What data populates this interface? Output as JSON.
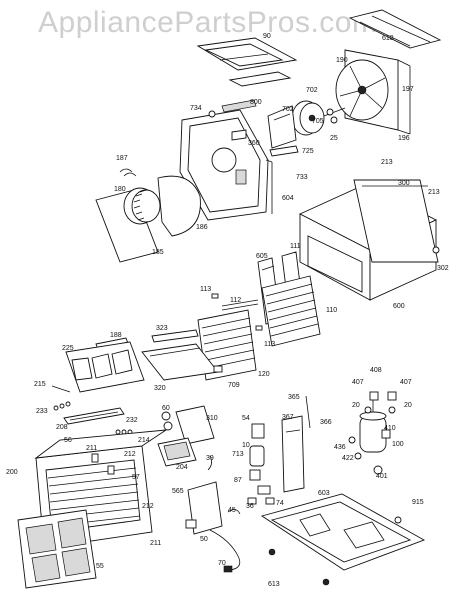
{
  "watermark": "AppliancePartsPros.com",
  "labels": {
    "l90": "90",
    "l618": "618",
    "l190": "190",
    "l197": "197",
    "l196": "196",
    "l702": "702",
    "l25": "25",
    "l705": "705",
    "l725": "725",
    "l733": "733",
    "l734": "734",
    "l800": "800",
    "l360": "360",
    "l604": "604",
    "l187": "187",
    "l180": "180",
    "l186": "186",
    "l185": "185",
    "l213a": "213",
    "l300": "300",
    "l213b": "213",
    "l302": "302",
    "l600": "600",
    "l605": "605",
    "l111": "111",
    "l113a": "113",
    "l112": "112",
    "l110": "110",
    "l113b": "113",
    "l323": "323",
    "l120": "120",
    "l709": "709",
    "l320": "320",
    "l188": "188",
    "l225": "225",
    "l215": "215",
    "l233": "233",
    "l208": "208",
    "l232": "232",
    "l214": "214",
    "l60": "60",
    "l310": "310",
    "l204": "204",
    "l56": "56",
    "l211a": "211",
    "l212a": "212",
    "l57": "57",
    "l200": "200",
    "l212b": "212",
    "l211b": "211",
    "l55": "55",
    "l365": "365",
    "l54": "54",
    "l367": "367",
    "l366": "366",
    "l10": "10",
    "l713": "713",
    "l39": "39",
    "l87": "87",
    "l565": "565",
    "l36": "36",
    "l74": "74",
    "l45": "45",
    "l50": "50",
    "l70": "70",
    "l408": "408",
    "l407a": "407",
    "l407b": "407",
    "l20a": "20",
    "l20b": "20",
    "l410": "410",
    "l436": "436",
    "l100": "100",
    "l422": "422",
    "l401": "401",
    "l603": "603",
    "l915": "915",
    "l613": "613"
  }
}
